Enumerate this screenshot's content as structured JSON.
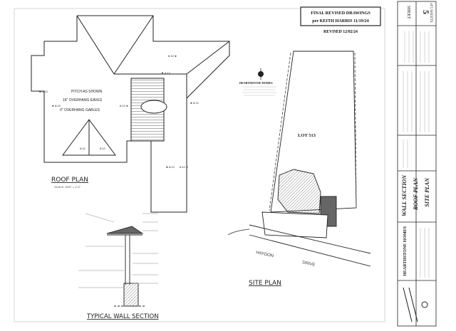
{
  "title_block": {
    "header_line1": "FINAL REVISED DRAWINGS",
    "header_line2": "per KEITH HARRIS  11/19/24",
    "revised": "REVISED  12/02/24",
    "sheet_label": "SHEET",
    "sheet_number": "5",
    "sheet_of": "of 5 SHEETS",
    "lot_label": "LOT 513"
  },
  "roof_plan": {
    "title": "ROOF PLAN",
    "scale": "SCALE: 3/16\" = 1'-0\"",
    "note_pitch": "PITCH AS SHOWN",
    "note_eaves": "16\" OVERHANG EAVES",
    "note_gables": "0\" OVERHANG GABLES"
  },
  "site_plan": {
    "title": "SITE PLAN",
    "builder_name": "HEARTHSTONE HOMES",
    "street_label_1": "HAYDON",
    "street_label_2": "DRIVE"
  },
  "wall_section": {
    "title": "TYPICAL WALL SECTION"
  },
  "sidebar": {
    "title_wall": "WALL SECTION",
    "title_roof": "ROOF PLAN",
    "title_site": "SITE PLAN",
    "builder": "HEARTHSTONE HOMES"
  },
  "colors": {
    "line": "#222222",
    "paper": "#ffffff"
  }
}
